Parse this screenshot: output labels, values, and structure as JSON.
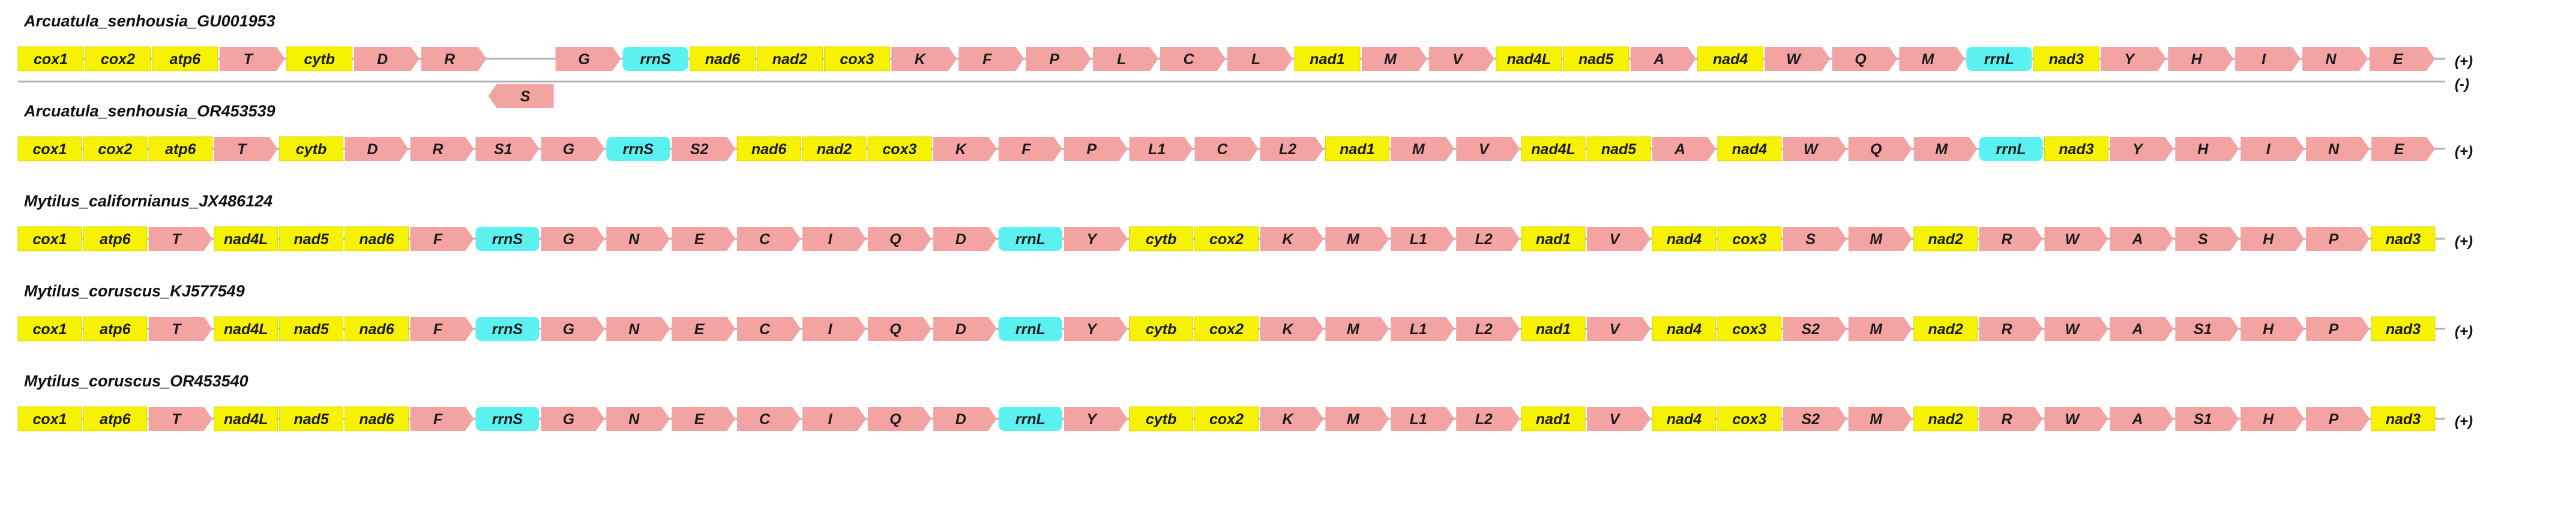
{
  "colors": {
    "pcg": "#f7f300",
    "trna": "#f4a3a3",
    "rrna": "#5cf1f1",
    "line": "#b3b3b3"
  },
  "legend_note": "yellow = protein-coding gene, pink = tRNA, cyan = rRNA",
  "strand_labels": {
    "plus": "(+)",
    "minus": "(-)"
  },
  "tracks": [
    {
      "title": "Arcuatula_senhousia_GU001953",
      "has_minus": true,
      "plus": [
        {
          "n": "cox1",
          "t": "pcg"
        },
        {
          "n": "cox2",
          "t": "pcg"
        },
        {
          "n": "atp6",
          "t": "pcg"
        },
        {
          "n": "T",
          "t": "trna"
        },
        {
          "n": "cytb",
          "t": "pcg"
        },
        {
          "n": "D",
          "t": "trna"
        },
        {
          "n": "R",
          "t": "trna"
        },
        {
          "n": "",
          "t": "gap"
        },
        {
          "n": "G",
          "t": "trna"
        },
        {
          "n": "rrnS",
          "t": "rrna"
        },
        {
          "n": "nad6",
          "t": "pcg"
        },
        {
          "n": "nad2",
          "t": "pcg"
        },
        {
          "n": "cox3",
          "t": "pcg"
        },
        {
          "n": "K",
          "t": "trna"
        },
        {
          "n": "F",
          "t": "trna"
        },
        {
          "n": "P",
          "t": "trna"
        },
        {
          "n": "L",
          "t": "trna"
        },
        {
          "n": "C",
          "t": "trna"
        },
        {
          "n": "L",
          "t": "trna"
        },
        {
          "n": "nad1",
          "t": "pcg"
        },
        {
          "n": "M",
          "t": "trna"
        },
        {
          "n": "V",
          "t": "trna"
        },
        {
          "n": "nad4L",
          "t": "pcg"
        },
        {
          "n": "nad5",
          "t": "pcg"
        },
        {
          "n": "A",
          "t": "trna"
        },
        {
          "n": "nad4",
          "t": "pcg"
        },
        {
          "n": "W",
          "t": "trna"
        },
        {
          "n": "Q",
          "t": "trna"
        },
        {
          "n": "M",
          "t": "trna"
        },
        {
          "n": "rrnL",
          "t": "rrna"
        },
        {
          "n": "nad3",
          "t": "pcg"
        },
        {
          "n": "Y",
          "t": "trna"
        },
        {
          "n": "H",
          "t": "trna"
        },
        {
          "n": "I",
          "t": "trna"
        },
        {
          "n": "N",
          "t": "trna"
        },
        {
          "n": "E",
          "t": "trna"
        }
      ],
      "minus": [
        {
          "n": "S",
          "t": "trna",
          "under": 7
        }
      ]
    },
    {
      "title": "Arcuatula_senhousia_OR453539",
      "has_minus": false,
      "plus": [
        {
          "n": "cox1",
          "t": "pcg"
        },
        {
          "n": "cox2",
          "t": "pcg"
        },
        {
          "n": "atp6",
          "t": "pcg"
        },
        {
          "n": "T",
          "t": "trna"
        },
        {
          "n": "cytb",
          "t": "pcg"
        },
        {
          "n": "D",
          "t": "trna"
        },
        {
          "n": "R",
          "t": "trna"
        },
        {
          "n": "S1",
          "t": "trna"
        },
        {
          "n": "G",
          "t": "trna"
        },
        {
          "n": "rrnS",
          "t": "rrna"
        },
        {
          "n": "S2",
          "t": "trna"
        },
        {
          "n": "nad6",
          "t": "pcg"
        },
        {
          "n": "nad2",
          "t": "pcg"
        },
        {
          "n": "cox3",
          "t": "pcg"
        },
        {
          "n": "K",
          "t": "trna"
        },
        {
          "n": "F",
          "t": "trna"
        },
        {
          "n": "P",
          "t": "trna"
        },
        {
          "n": "L1",
          "t": "trna"
        },
        {
          "n": "C",
          "t": "trna"
        },
        {
          "n": "L2",
          "t": "trna"
        },
        {
          "n": "nad1",
          "t": "pcg"
        },
        {
          "n": "M",
          "t": "trna"
        },
        {
          "n": "V",
          "t": "trna"
        },
        {
          "n": "nad4L",
          "t": "pcg"
        },
        {
          "n": "nad5",
          "t": "pcg"
        },
        {
          "n": "A",
          "t": "trna"
        },
        {
          "n": "nad4",
          "t": "pcg"
        },
        {
          "n": "W",
          "t": "trna"
        },
        {
          "n": "Q",
          "t": "trna"
        },
        {
          "n": "M",
          "t": "trna"
        },
        {
          "n": "rrnL",
          "t": "rrna"
        },
        {
          "n": "nad3",
          "t": "pcg"
        },
        {
          "n": "Y",
          "t": "trna"
        },
        {
          "n": "H",
          "t": "trna"
        },
        {
          "n": "I",
          "t": "trna"
        },
        {
          "n": "N",
          "t": "trna"
        },
        {
          "n": "E",
          "t": "trna"
        }
      ],
      "minus": []
    },
    {
      "title": "Mytilus_californianus_JX486124",
      "has_minus": false,
      "plus": [
        {
          "n": "cox1",
          "t": "pcg"
        },
        {
          "n": "atp6",
          "t": "pcg"
        },
        {
          "n": "T",
          "t": "trna"
        },
        {
          "n": "nad4L",
          "t": "pcg"
        },
        {
          "n": "nad5",
          "t": "pcg"
        },
        {
          "n": "nad6",
          "t": "pcg"
        },
        {
          "n": "F",
          "t": "trna"
        },
        {
          "n": "rrnS",
          "t": "rrna"
        },
        {
          "n": "G",
          "t": "trna"
        },
        {
          "n": "N",
          "t": "trna"
        },
        {
          "n": "E",
          "t": "trna"
        },
        {
          "n": "C",
          "t": "trna"
        },
        {
          "n": "I",
          "t": "trna"
        },
        {
          "n": "Q",
          "t": "trna"
        },
        {
          "n": "D",
          "t": "trna"
        },
        {
          "n": "rrnL",
          "t": "rrna"
        },
        {
          "n": "Y",
          "t": "trna"
        },
        {
          "n": "cytb",
          "t": "pcg"
        },
        {
          "n": "cox2",
          "t": "pcg"
        },
        {
          "n": "K",
          "t": "trna"
        },
        {
          "n": "M",
          "t": "trna"
        },
        {
          "n": "L1",
          "t": "trna"
        },
        {
          "n": "L2",
          "t": "trna"
        },
        {
          "n": "nad1",
          "t": "pcg"
        },
        {
          "n": "V",
          "t": "trna"
        },
        {
          "n": "nad4",
          "t": "pcg"
        },
        {
          "n": "cox3",
          "t": "pcg"
        },
        {
          "n": "S",
          "t": "trna"
        },
        {
          "n": "M",
          "t": "trna"
        },
        {
          "n": "nad2",
          "t": "pcg"
        },
        {
          "n": "R",
          "t": "trna"
        },
        {
          "n": "W",
          "t": "trna"
        },
        {
          "n": "A",
          "t": "trna"
        },
        {
          "n": "S",
          "t": "trna"
        },
        {
          "n": "H",
          "t": "trna"
        },
        {
          "n": "P",
          "t": "trna"
        },
        {
          "n": "nad3",
          "t": "pcg"
        }
      ],
      "minus": []
    },
    {
      "title": "Mytilus_coruscus_KJ577549",
      "has_minus": false,
      "plus": [
        {
          "n": "cox1",
          "t": "pcg"
        },
        {
          "n": "atp6",
          "t": "pcg"
        },
        {
          "n": "T",
          "t": "trna"
        },
        {
          "n": "nad4L",
          "t": "pcg"
        },
        {
          "n": "nad5",
          "t": "pcg"
        },
        {
          "n": "nad6",
          "t": "pcg"
        },
        {
          "n": "F",
          "t": "trna"
        },
        {
          "n": "rrnS",
          "t": "rrna"
        },
        {
          "n": "G",
          "t": "trna"
        },
        {
          "n": "N",
          "t": "trna"
        },
        {
          "n": "E",
          "t": "trna"
        },
        {
          "n": "C",
          "t": "trna"
        },
        {
          "n": "I",
          "t": "trna"
        },
        {
          "n": "Q",
          "t": "trna"
        },
        {
          "n": "D",
          "t": "trna"
        },
        {
          "n": "rrnL",
          "t": "rrna"
        },
        {
          "n": "Y",
          "t": "trna"
        },
        {
          "n": "cytb",
          "t": "pcg"
        },
        {
          "n": "cox2",
          "t": "pcg"
        },
        {
          "n": "K",
          "t": "trna"
        },
        {
          "n": "M",
          "t": "trna"
        },
        {
          "n": "L1",
          "t": "trna"
        },
        {
          "n": "L2",
          "t": "trna"
        },
        {
          "n": "nad1",
          "t": "pcg"
        },
        {
          "n": "V",
          "t": "trna"
        },
        {
          "n": "nad4",
          "t": "pcg"
        },
        {
          "n": "cox3",
          "t": "pcg"
        },
        {
          "n": "S2",
          "t": "trna"
        },
        {
          "n": "M",
          "t": "trna"
        },
        {
          "n": "nad2",
          "t": "pcg"
        },
        {
          "n": "R",
          "t": "trna"
        },
        {
          "n": "W",
          "t": "trna"
        },
        {
          "n": "A",
          "t": "trna"
        },
        {
          "n": "S1",
          "t": "trna"
        },
        {
          "n": "H",
          "t": "trna"
        },
        {
          "n": "P",
          "t": "trna"
        },
        {
          "n": "nad3",
          "t": "pcg"
        }
      ],
      "minus": []
    },
    {
      "title": "Mytilus_coruscus_OR453540",
      "has_minus": false,
      "plus": [
        {
          "n": "cox1",
          "t": "pcg"
        },
        {
          "n": "atp6",
          "t": "pcg"
        },
        {
          "n": "T",
          "t": "trna"
        },
        {
          "n": "nad4L",
          "t": "pcg"
        },
        {
          "n": "nad5",
          "t": "pcg"
        },
        {
          "n": "nad6",
          "t": "pcg"
        },
        {
          "n": "F",
          "t": "trna"
        },
        {
          "n": "rrnS",
          "t": "rrna"
        },
        {
          "n": "G",
          "t": "trna"
        },
        {
          "n": "N",
          "t": "trna"
        },
        {
          "n": "E",
          "t": "trna"
        },
        {
          "n": "C",
          "t": "trna"
        },
        {
          "n": "I",
          "t": "trna"
        },
        {
          "n": "Q",
          "t": "trna"
        },
        {
          "n": "D",
          "t": "trna"
        },
        {
          "n": "rrnL",
          "t": "rrna"
        },
        {
          "n": "Y",
          "t": "trna"
        },
        {
          "n": "cytb",
          "t": "pcg"
        },
        {
          "n": "cox2",
          "t": "pcg"
        },
        {
          "n": "K",
          "t": "trna"
        },
        {
          "n": "M",
          "t": "trna"
        },
        {
          "n": "L1",
          "t": "trna"
        },
        {
          "n": "L2",
          "t": "trna"
        },
        {
          "n": "nad1",
          "t": "pcg"
        },
        {
          "n": "V",
          "t": "trna"
        },
        {
          "n": "nad4",
          "t": "pcg"
        },
        {
          "n": "cox3",
          "t": "pcg"
        },
        {
          "n": "S2",
          "t": "trna"
        },
        {
          "n": "M",
          "t": "trna"
        },
        {
          "n": "nad2",
          "t": "pcg"
        },
        {
          "n": "R",
          "t": "trna"
        },
        {
          "n": "W",
          "t": "trna"
        },
        {
          "n": "A",
          "t": "trna"
        },
        {
          "n": "S1",
          "t": "trna"
        },
        {
          "n": "H",
          "t": "trna"
        },
        {
          "n": "P",
          "t": "trna"
        },
        {
          "n": "nad3",
          "t": "pcg"
        }
      ],
      "minus": []
    }
  ]
}
